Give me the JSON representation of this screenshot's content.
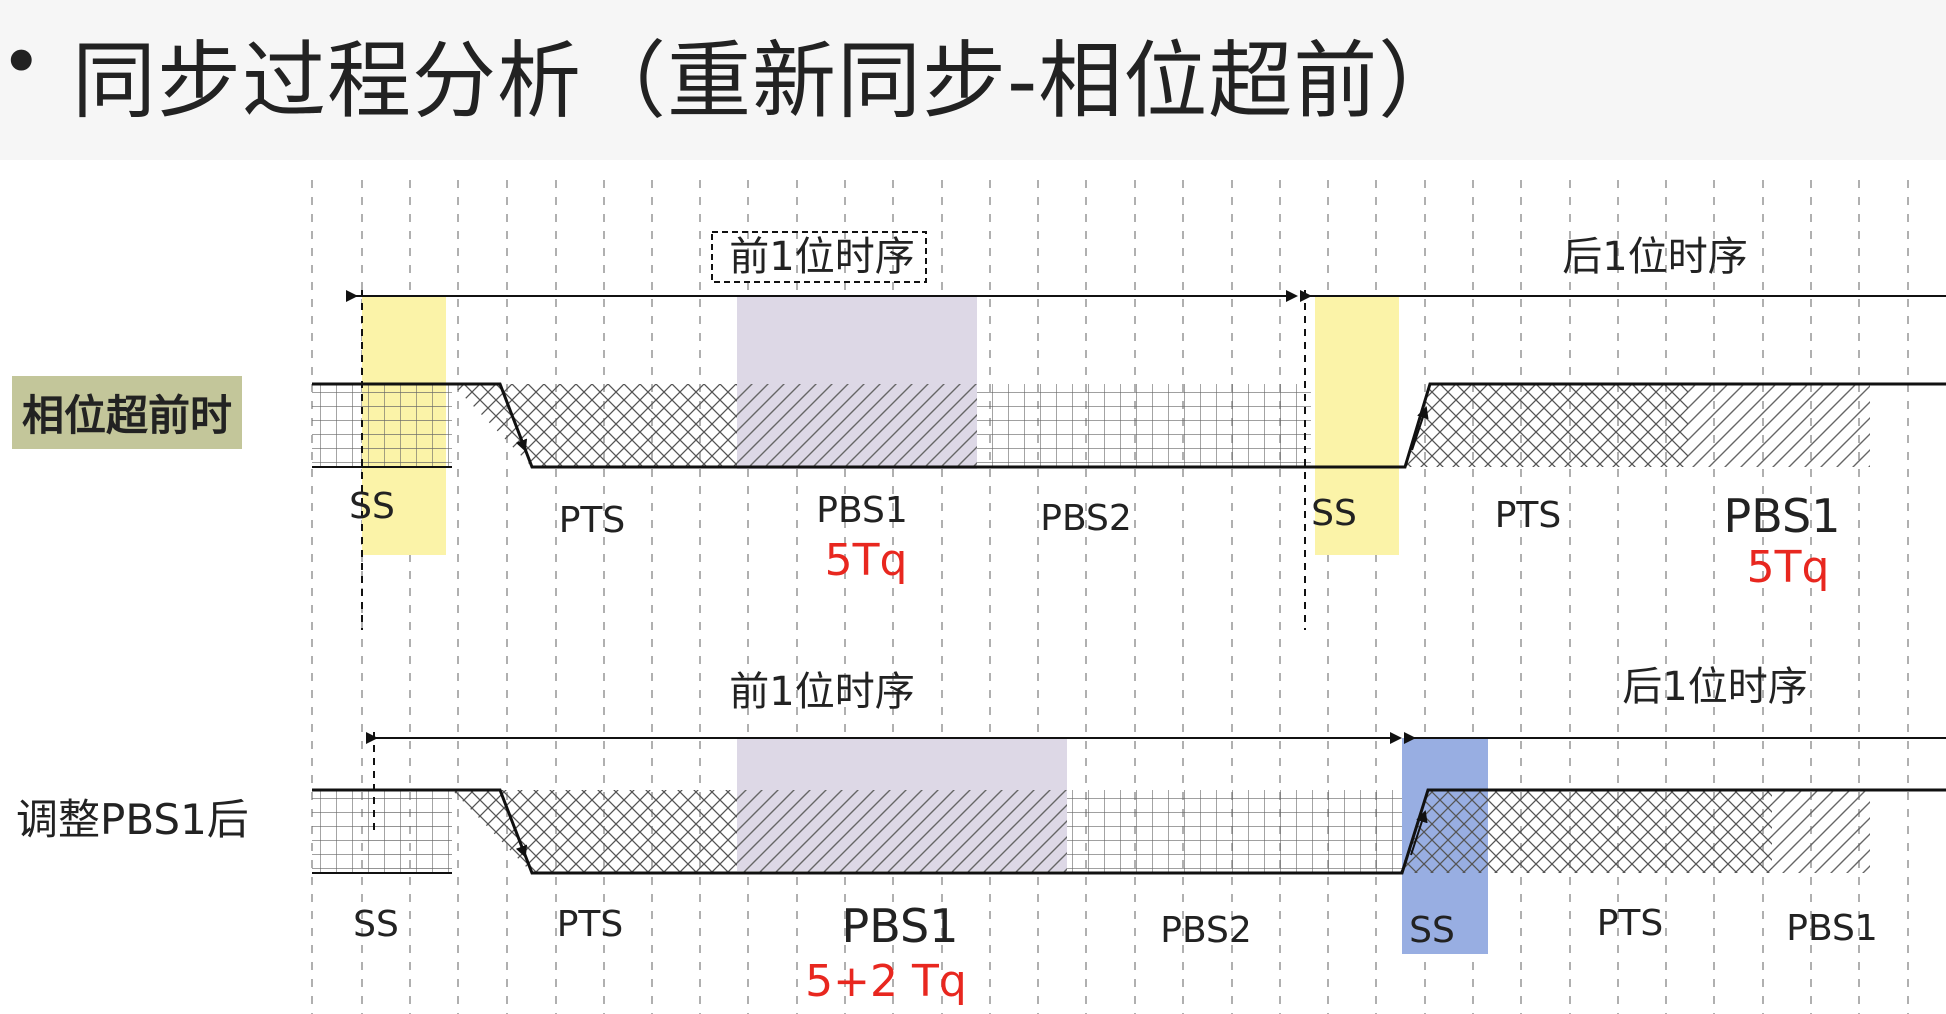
{
  "title": {
    "bullet": "•",
    "text": "同步过程分析（重新同步-相位超前）"
  },
  "rows": [
    {
      "label": "相位超前时",
      "prev_bit": "前1位时序",
      "next_bit": "后1位时序",
      "segments": [
        "SS",
        "PTS",
        "PBS1",
        "PBS2",
        "SS",
        "PTS",
        "PBS1"
      ],
      "pbs1_note": "5Tq",
      "pbs1_note_2": "5Tq"
    },
    {
      "label": "调整PBS1后",
      "prev_bit": "前1位时序",
      "next_bit": "后1位时序",
      "segments": [
        "SS",
        "PTS",
        "PBS1",
        "PBS2",
        "SS",
        "PTS",
        "PBS1"
      ],
      "pbs1_note": "5+2 Tq"
    }
  ],
  "colors": {
    "ss_yellow": "#fbf3a8",
    "ss_blue": "#98aee2",
    "pbs1_shade": "#ddd8e6",
    "note_red": "#e8271f",
    "label_bg": "#c3c69a",
    "grid_dash": "#b0b0b0"
  }
}
